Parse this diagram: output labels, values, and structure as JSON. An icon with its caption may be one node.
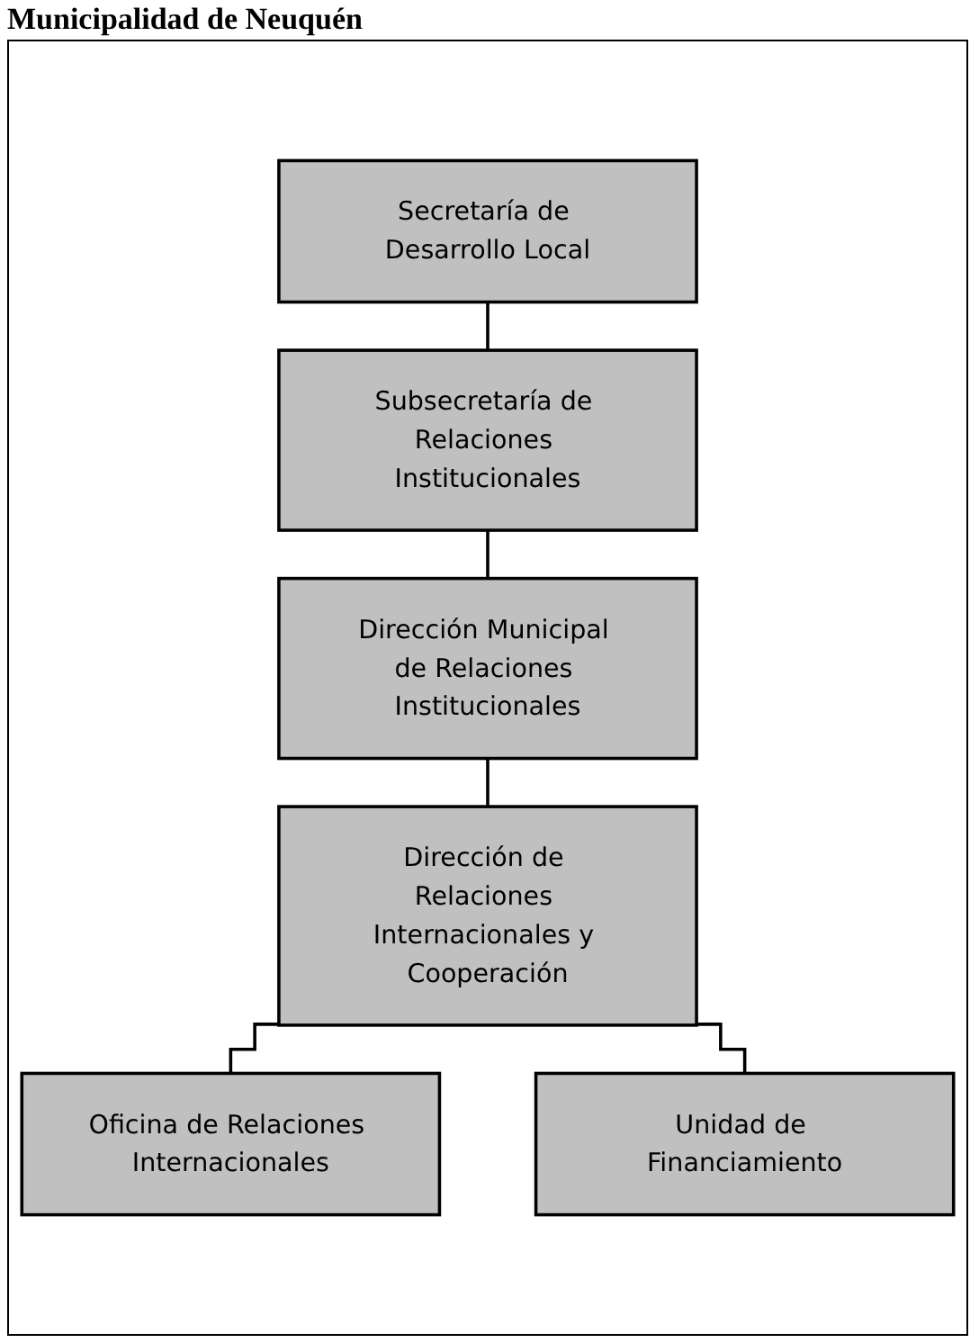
{
  "diagram": {
    "title": "Municipalidad de Neuquén",
    "nodes": [
      {
        "text": [
          "Secretaría de Desarrollo Local"
        ]
      },
      {
        "text": [
          "Subsecretaría de Relaciones Institucionales"
        ]
      },
      {
        "text": [
          "Dirección Municipal de Relaciones Institucionales"
        ]
      },
      {
        "text": [
          "Dirección de Relaciones Internacionales y Cooperación"
        ]
      },
      {
        "text": [
          "Oficina de Relaciones Internacionales"
        ]
      },
      {
        "text": [
          "Unidad de Financiamiento"
        ]
      }
    ],
    "edges": [
      {
        "from": 0,
        "to": 1,
        "arrow": "none"
      },
      {
        "from": 1,
        "to": 2,
        "arrow": "none"
      },
      {
        "from": 2,
        "to": 3,
        "arrow": "none"
      },
      {
        "from": 3,
        "to": 4,
        "arrow": "none"
      },
      {
        "from": 3,
        "to": 5,
        "arrow": "none"
      }
    ]
  }
}
